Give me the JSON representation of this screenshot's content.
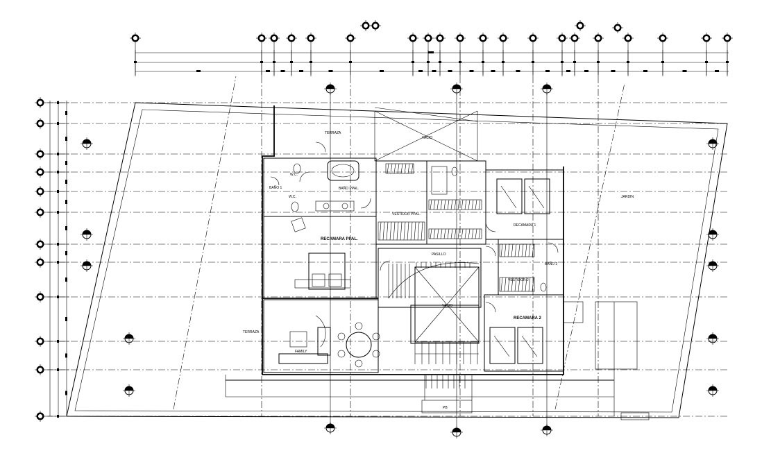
{
  "labels": {
    "terraza_top": "TERRAZA",
    "wc1": "W.C.",
    "wc2": "W.C.",
    "bano1": "BAÑO 1",
    "bano_ppal": "BAÑO PPAL.",
    "vestidor": "VESTIDOR PPAL.",
    "recamara_ppal": "RECAMARA PPAL.",
    "pasillo": "PASILLO",
    "vacio_top": "VACIO",
    "vacio_stair": "VACIO",
    "recamara1": "RECAMARA 1",
    "bano2": "BAÑO 2",
    "vestidor2": "VESTIDOR 2",
    "recamara2": "RECAMARA 2",
    "terraza_bottom": "TERRAZA",
    "family": "FAMILY",
    "pb": "PB",
    "jardin": "JARDIN"
  }
}
